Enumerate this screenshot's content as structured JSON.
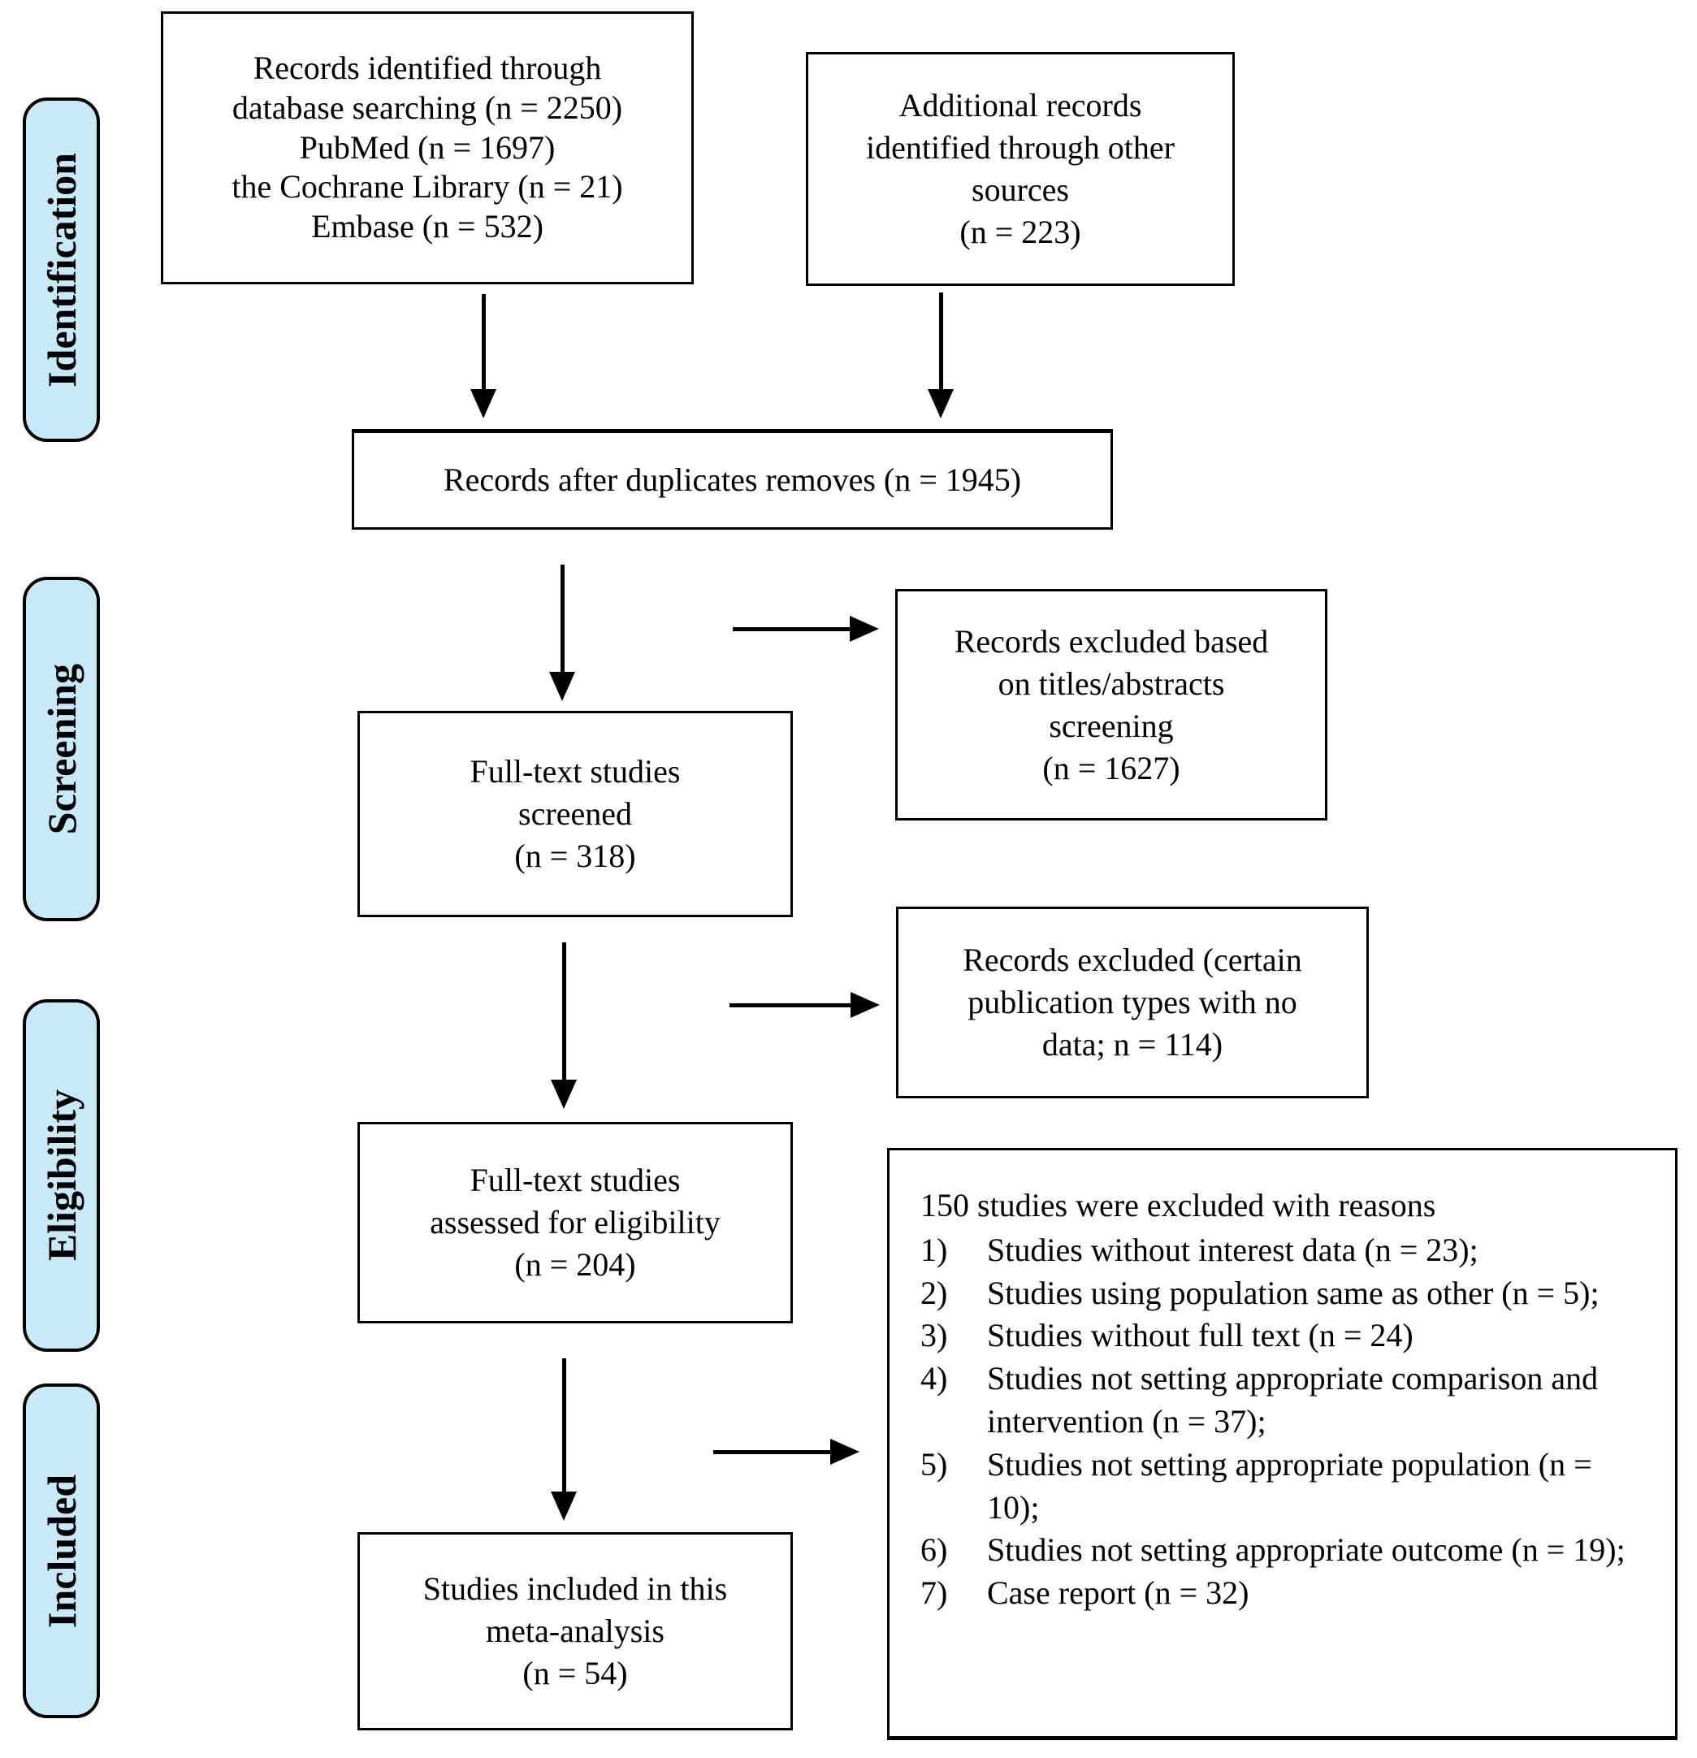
{
  "diagram": {
    "colors": {
      "stage_fill": "#c7e9f8",
      "stage_border": "#000000",
      "box_border": "#000000",
      "arrow": "#000000",
      "text": "#000000",
      "background": "#ffffff"
    },
    "stages": [
      {
        "label": "Identification"
      },
      {
        "label": "Screening"
      },
      {
        "label": "Eligibility"
      },
      {
        "label": "Included"
      }
    ],
    "boxes": {
      "database_search": {
        "lines": [
          "Records identified through",
          "database searching (n = 2250)",
          "PubMed (n = 1697)",
          "the Cochrane Library (n = 21)",
          "Embase (n = 532)"
        ]
      },
      "additional_sources": {
        "lines": [
          "Additional records",
          "identified through other",
          "sources",
          "(n = 223)"
        ]
      },
      "after_duplicates": {
        "lines": [
          "Records after duplicates removes (n = 1945)"
        ]
      },
      "fulltext_screened": {
        "lines": [
          "Full-text studies",
          "screened",
          "(n = 318)"
        ]
      },
      "excluded_title_abstract": {
        "lines": [
          "Records excluded based",
          "on titles/abstracts",
          "screening",
          "(n = 1627)"
        ]
      },
      "excluded_publication_types": {
        "lines": [
          "Records excluded (certain",
          "publication types with no",
          "data; n = 114)"
        ]
      },
      "assessed_eligibility": {
        "lines": [
          "Full-text studies",
          "assessed for eligibility",
          "(n = 204)"
        ]
      },
      "included_meta_analysis": {
        "lines": [
          "Studies included in this",
          "meta-analysis",
          "(n = 54)"
        ]
      },
      "exclusion_reasons": {
        "heading": "150 studies were excluded with reasons",
        "items": [
          {
            "num": "1)",
            "text": "Studies without interest data (n = 23);"
          },
          {
            "num": "2)",
            "text": "Studies using population same as other (n = 5);"
          },
          {
            "num": "3)",
            "text": "Studies without full text (n = 24)"
          },
          {
            "num": "4)",
            "text": "Studies not setting appropriate comparison and intervention (n = 37);"
          },
          {
            "num": "5)",
            "text": "Studies not setting appropriate population (n = 10);"
          },
          {
            "num": "6)",
            "text": "Studies not setting appropriate outcome (n = 19);"
          },
          {
            "num": "7)",
            "text": "Case report (n = 32)"
          }
        ]
      }
    }
  }
}
